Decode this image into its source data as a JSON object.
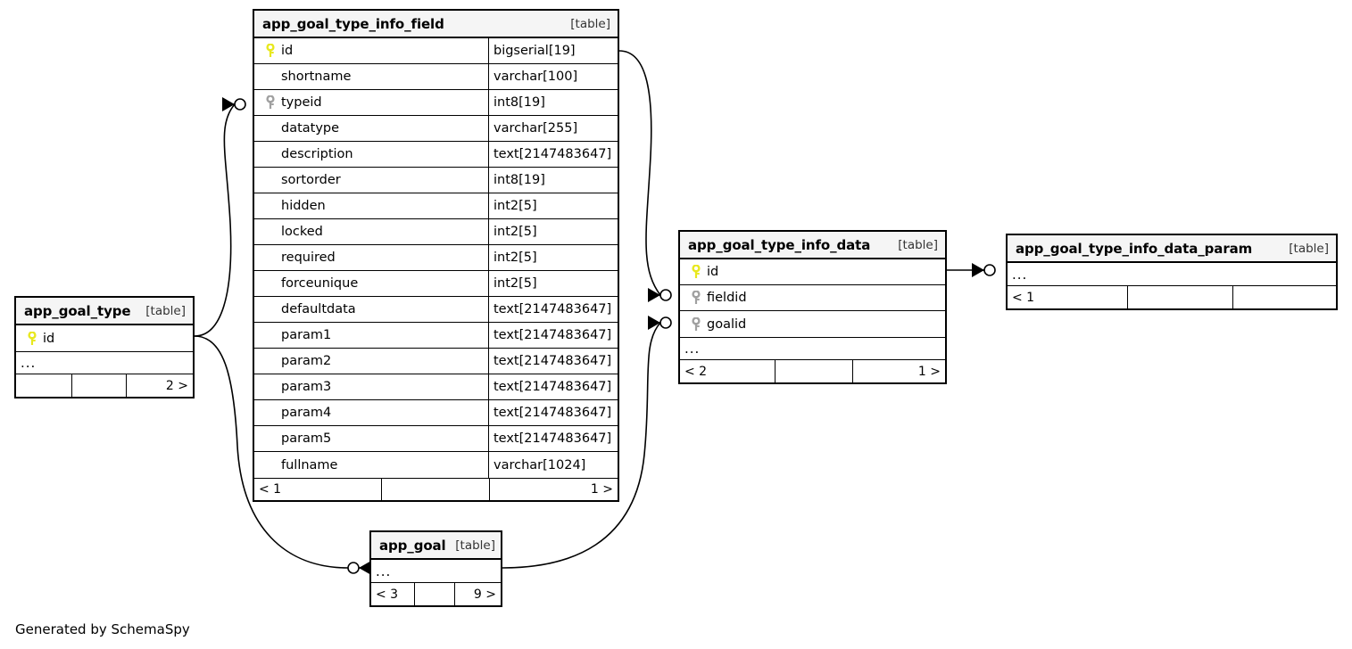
{
  "diagram": {
    "caption": "Generated by SchemaSpy",
    "table_tag": "[table]",
    "ellipsis": "...",
    "colors": {
      "primary_key": "#e8e81e",
      "foreign_key": "#a0a0a0",
      "header_background": "#f5f5f5",
      "border": "#000000",
      "background": "#ffffff"
    }
  },
  "tables": {
    "app_goal_type_info_field": {
      "name": "app_goal_type_info_field",
      "tag": "[table]",
      "columns": [
        {
          "key": "primary",
          "name": "id",
          "type": "bigserial[19]"
        },
        {
          "key": "none",
          "name": "shortname",
          "type": "varchar[100]"
        },
        {
          "key": "foreign",
          "name": "typeid",
          "type": "int8[19]"
        },
        {
          "key": "none",
          "name": "datatype",
          "type": "varchar[255]"
        },
        {
          "key": "none",
          "name": "description",
          "type": "text[2147483647]"
        },
        {
          "key": "none",
          "name": "sortorder",
          "type": "int8[19]"
        },
        {
          "key": "none",
          "name": "hidden",
          "type": "int2[5]"
        },
        {
          "key": "none",
          "name": "locked",
          "type": "int2[5]"
        },
        {
          "key": "none",
          "name": "required",
          "type": "int2[5]"
        },
        {
          "key": "none",
          "name": "forceunique",
          "type": "int2[5]"
        },
        {
          "key": "none",
          "name": "defaultdata",
          "type": "text[2147483647]"
        },
        {
          "key": "none",
          "name": "param1",
          "type": "text[2147483647]"
        },
        {
          "key": "none",
          "name": "param2",
          "type": "text[2147483647]"
        },
        {
          "key": "none",
          "name": "param3",
          "type": "text[2147483647]"
        },
        {
          "key": "none",
          "name": "param4",
          "type": "text[2147483647]"
        },
        {
          "key": "none",
          "name": "param5",
          "type": "text[2147483647]"
        },
        {
          "key": "none",
          "name": "fullname",
          "type": "varchar[1024]"
        }
      ],
      "has_ellipsis": false,
      "footer": {
        "left": "< 1",
        "mid": "",
        "right": "1 >"
      }
    },
    "app_goal_type": {
      "name": "app_goal_type",
      "tag": "[table]",
      "columns": [
        {
          "key": "primary",
          "name": "id",
          "type": ""
        }
      ],
      "has_ellipsis": true,
      "footer": {
        "left": "",
        "mid": "",
        "right": "2 >"
      }
    },
    "app_goal_type_info_data": {
      "name": "app_goal_type_info_data",
      "tag": "[table]",
      "columns": [
        {
          "key": "primary",
          "name": "id",
          "type": ""
        },
        {
          "key": "foreign",
          "name": "fieldid",
          "type": ""
        },
        {
          "key": "foreign",
          "name": "goalid",
          "type": ""
        }
      ],
      "has_ellipsis": true,
      "footer": {
        "left": "< 2",
        "mid": "",
        "right": "1 >"
      }
    },
    "app_goal_type_info_data_param": {
      "name": "app_goal_type_info_data_param",
      "tag": "[table]",
      "columns": [],
      "has_ellipsis": true,
      "footer": {
        "left": "< 1",
        "mid": "",
        "right": ""
      }
    },
    "app_goal": {
      "name": "app_goal",
      "tag": "[table]",
      "columns": [],
      "has_ellipsis": true,
      "footer": {
        "left": "< 3",
        "mid": "",
        "right": "9 >"
      }
    }
  },
  "relationships": [
    {
      "from": "app_goal_type.id",
      "to": "app_goal_type_info_field.typeid",
      "cardinality": "zero-or-many"
    },
    {
      "from": "app_goal_type.id",
      "to": "app_goal.___",
      "cardinality": "zero-or-many"
    },
    {
      "from": "app_goal_type_info_field.id",
      "to": "app_goal_type_info_data.fieldid",
      "cardinality": "zero-or-many"
    },
    {
      "from": "app_goal.___",
      "to": "app_goal_type_info_data.goalid",
      "cardinality": "zero-or-many"
    },
    {
      "from": "app_goal_type_info_data.id",
      "to": "app_goal_type_info_data_param.___",
      "cardinality": "zero-or-many"
    }
  ]
}
